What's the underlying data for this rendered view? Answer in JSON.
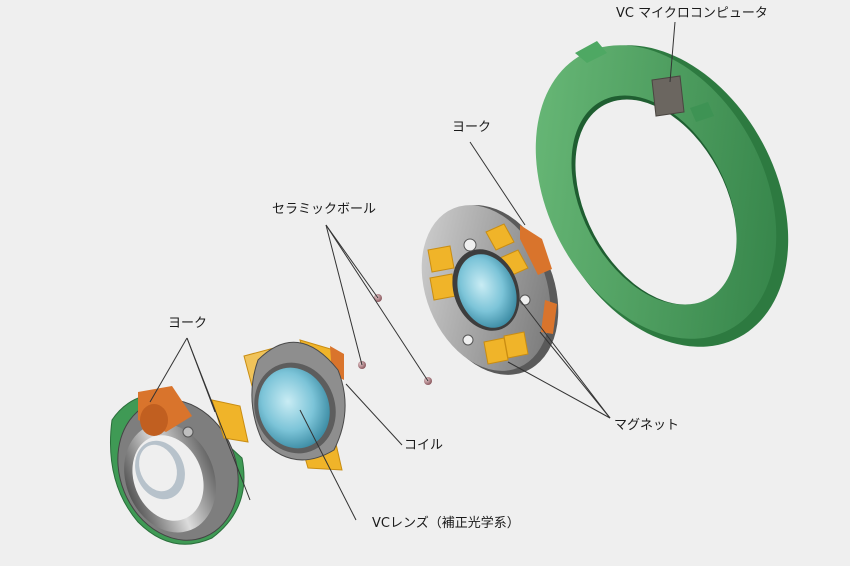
{
  "labels": {
    "vc_microcomputer": "VC マイクロコンピュータ",
    "yoke_top": "ヨーク",
    "ceramic_ball": "セラミックボール",
    "yoke_left": "ヨーク",
    "coil": "コイル",
    "magnet": "マグネット",
    "vc_lens": "VCレンズ（補正光学系）"
  },
  "colors": {
    "background": "#efefef",
    "pcb_green": "#3f9a55",
    "magnet_yellow": "#f0b429",
    "coil_orange": "#d9742c",
    "lens_blue": "#7cc4d8",
    "metal_gray": "#9a9a9a",
    "chip": "#6b6660",
    "ceramic_ball": "#b9898d"
  }
}
